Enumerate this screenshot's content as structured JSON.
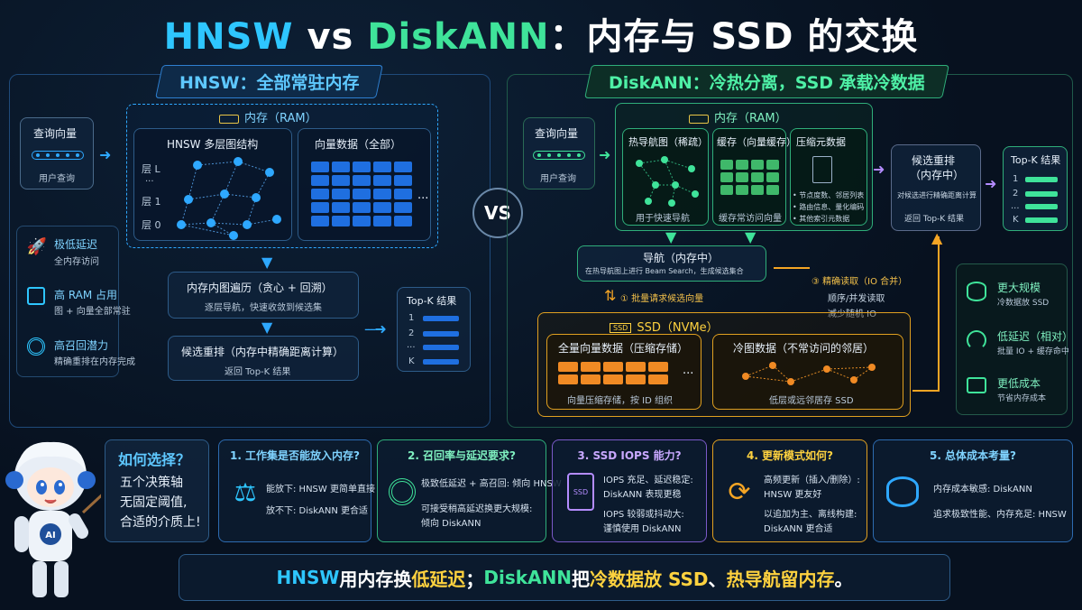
{
  "title": {
    "hnsw": "HNSW",
    "vs": " vs ",
    "diskann": "DiskANN",
    "rest": "：内存与 SSD 的交换"
  },
  "hnsw_panel": {
    "title": "HNSW：全部常驻内存",
    "query": {
      "title": "查询向量",
      "caption": "用户查询"
    },
    "ram": {
      "label": "内存（RAM）",
      "graph": {
        "title": "HNSW 多层图结构",
        "layers": [
          "层 L",
          "...",
          "层 1",
          "层 0"
        ]
      },
      "vectors": {
        "title": "向量数据（全部）",
        "ellipsis": "..."
      }
    },
    "traverse": {
      "title": "内存内图遍历（贪心 + 回溯）",
      "desc": "逐层导航，快速收敛到候选集"
    },
    "rerank": {
      "title": "候选重排（内存中精确距离计算）",
      "desc": "返回 Top-K 结果"
    },
    "topk": {
      "title": "Top-K 结果",
      "ranks": [
        "1",
        "2",
        "...",
        "K"
      ]
    },
    "features": [
      {
        "title": "极低延迟",
        "desc": "全内存访问",
        "icon": "rocket-icon"
      },
      {
        "title": "高 RAM 占用",
        "desc": "图 + 向量全部常驻",
        "icon": "cube-icon"
      },
      {
        "title": "高召回潜力",
        "desc": "精确重排在内存完成",
        "icon": "target-icon"
      }
    ]
  },
  "vs_label": "VS",
  "diskann_panel": {
    "title": "DiskANN：冷热分离，SSD 承载冷数据",
    "query": {
      "title": "查询向量",
      "caption": "用户查询"
    },
    "ram": {
      "label": "内存（RAM）",
      "hot_graph": {
        "title": "热导航图（稀疏）",
        "caption": "用于快速导航"
      },
      "cache": {
        "title": "缓存（向量缓存）",
        "caption": "缓存常访问向量"
      },
      "meta": {
        "title": "压缩元数据",
        "items": [
          "• 节点度数、邻居列表",
          "• 路由信息、量化编码",
          "• 其他索引元数据"
        ]
      }
    },
    "navigate": {
      "title": "导航（内存中）",
      "desc": "在热导航图上进行 Beam Search，生成候选集合"
    },
    "step1": {
      "num": "①",
      "text": "批量请求候选向量"
    },
    "step2": {
      "num": "③",
      "title": "精确读取（IO 合并）",
      "lines": [
        "顺序/并发读取",
        "减少随机 IO"
      ]
    },
    "ssd": {
      "label": "SSD（NVMe）",
      "full": {
        "title": "全量向量数据（压缩存储）",
        "caption": "向量压缩存储，按 ID 组织",
        "ellipsis": "..."
      },
      "cold": {
        "title": "冷图数据（不常访问的邻居）",
        "caption": "低层或远邻居存 SSD"
      }
    },
    "rerank": {
      "title": "候选重排",
      "title2": "（内存中）",
      "desc": "对候选进行精确距离计算",
      "result": "返回 Top-K 结果"
    },
    "topk": {
      "title": "Top-K 结果",
      "ranks": [
        "1",
        "2",
        "...",
        "K"
      ]
    },
    "features": [
      {
        "title": "更大规模",
        "desc": "冷数据放 SSD",
        "icon": "database-icon"
      },
      {
        "title": "低延迟（相对）",
        "desc": "批量 IO + 缓存命中",
        "icon": "gauge-icon"
      },
      {
        "title": "更低成本",
        "desc": "节省内存成本",
        "icon": "wallet-icon"
      }
    ]
  },
  "choose": {
    "title": "如何选择？",
    "lines": [
      "五个决策轴",
      "无固定阈值,",
      "合适的介质上!"
    ],
    "robot_badge": "AI"
  },
  "cards": [
    {
      "title": "1. 工作集是否能放入内存?",
      "lines": [
        "能放下: HNSW 更简单直接",
        "放不下: DiskANN 更合适"
      ],
      "icon": "scale-icon"
    },
    {
      "title": "2. 召回率与延迟要求?",
      "lines": [
        "极致低延迟 + 高召回: 倾向 HNSW",
        "",
        "可接受稍高延迟换更大规模:",
        "倾向 DiskANN"
      ],
      "icon": "target-icon"
    },
    {
      "title": "3. SSD IOPS 能力?",
      "lines": [
        "IOPS 充足、延迟稳定:",
        "DiskANN 表现更稳",
        "IOPS 较弱或抖动大:",
        "谨慎使用 DiskANN"
      ],
      "icon": "ssd-icon",
      "icon_text": "SSD"
    },
    {
      "title": "4. 更新模式如何?",
      "lines": [
        "高频更新（插入/删除）:",
        "HNSW 更友好",
        "以追加为主、离线构建:",
        "DiskANN 更合适"
      ],
      "icon": "refresh-icon"
    },
    {
      "title": "5. 总体成本考量?",
      "lines": [
        "内存成本敏感: DiskANN",
        "",
        "追求极致性能、内存充足: HNSW"
      ],
      "icon": "coins-icon"
    }
  ],
  "bottom": {
    "p1": "HNSW",
    "p2": " 用内存换",
    "p3": "低延迟",
    "p4": "；",
    "p5": "DiskANN",
    "p6": " 把",
    "p7": "冷数据放 SSD",
    "p8": "、",
    "p9": "热导航留内存",
    "p10": "。"
  },
  "colors": {
    "blue": "#2ec6ff",
    "green": "#3fe39a",
    "orange": "#f5a524",
    "purple": "#b48cff",
    "yellow": "#ffd23f"
  }
}
